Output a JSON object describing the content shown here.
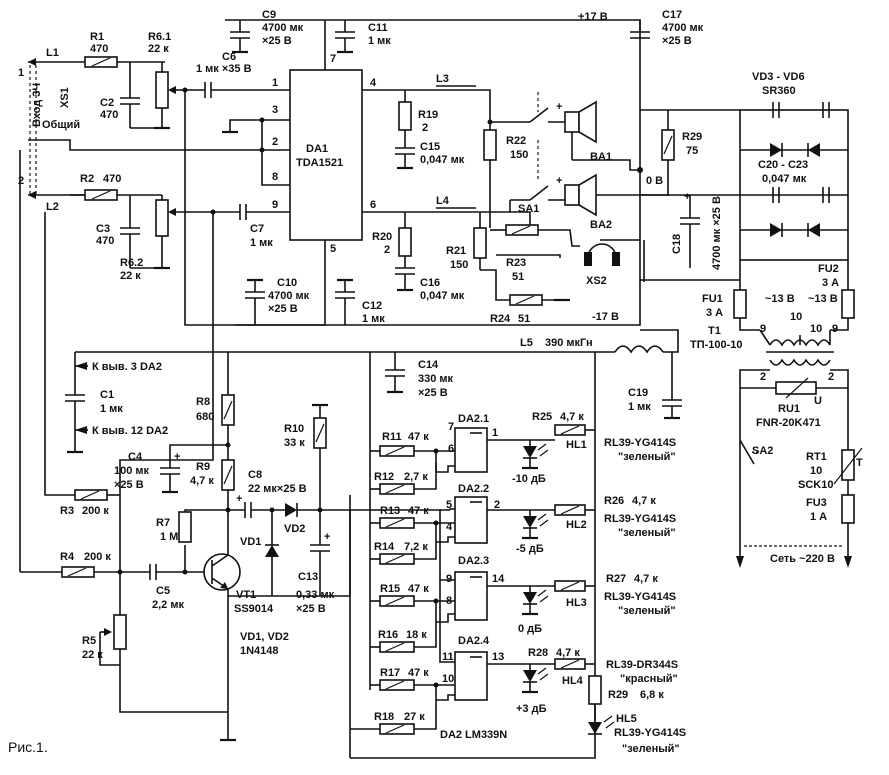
{
  "figure_caption": "Рис.1.",
  "input": {
    "vertical_label": "Вход 3Ч",
    "connector": "XS1",
    "pin1": "1",
    "pin2": "2",
    "common": "Общий",
    "L1": "L1",
    "L2": "L2"
  },
  "parts": {
    "R1": {
      "ref": "R1",
      "value": "470"
    },
    "R2": {
      "ref": "R2",
      "value": "470"
    },
    "C2": {
      "ref": "C2",
      "value": "470"
    },
    "C3": {
      "ref": "C3",
      "value": "470"
    },
    "R61": {
      "ref": "R6.1",
      "value": "22 к"
    },
    "R62": {
      "ref": "R6.2",
      "value": "22 к"
    },
    "C6": {
      "ref": "C6",
      "value": "1 мк ×35 В"
    },
    "C7": {
      "ref": "C7",
      "value": "1 мк"
    },
    "C9": {
      "ref": "C9",
      "value1": "4700 мк",
      "value2": "×25 В"
    },
    "C11": {
      "ref": "C11",
      "value": "1 мк"
    },
    "C10": {
      "ref": "C10",
      "value1": "4700 мк",
      "value2": "×25 В"
    },
    "C12": {
      "ref": "C12",
      "value": "1 мк"
    },
    "DA1": {
      "ref": "DA1",
      "type": "TDA1521"
    },
    "R19": {
      "ref": "R19",
      "value": "2"
    },
    "C15": {
      "ref": "C15",
      "value": "0,047 мк"
    },
    "R20": {
      "ref": "R20",
      "value": "2"
    },
    "C16": {
      "ref": "C16",
      "value": "0,047 мк"
    },
    "L3": "L3",
    "L4": "L4",
    "R22": {
      "ref": "R22",
      "value": "150"
    },
    "R21": {
      "ref": "R21",
      "value": "150"
    },
    "R23": {
      "ref": "R23",
      "value": "51"
    },
    "R24": {
      "ref": "R24",
      "value": "51"
    },
    "BA1": "BA1",
    "BA2": "BA2",
    "SA1": "SA1",
    "XS2": "XS2",
    "C17": {
      "ref": "C17",
      "value1": "4700 мк",
      "value2": "×25 В"
    },
    "C18": {
      "ref": "C18",
      "value": "4700 мк ×25 В"
    },
    "R29a": {
      "ref": "R29",
      "value": "75"
    },
    "plus17": "+17 В",
    "minus17": "-17 В",
    "zero": "0 В",
    "VD3": {
      "ref": "VD3 - VD6",
      "type": "SR360"
    },
    "C20": {
      "ref": "C20 - C23",
      "value": "0,047 мк"
    },
    "FU1": {
      "ref": "FU1",
      "value": "3 А"
    },
    "FU2": {
      "ref": "FU2",
      "value": "3 А"
    },
    "T1": {
      "ref": "T1",
      "type": "ТП-100-10"
    },
    "t_sec_left": "~13 В",
    "t_sec_right": "~13 В",
    "pin9": "9",
    "pin10": "10",
    "pin2t": "2",
    "RU1": {
      "ref": "RU1",
      "type": "FNR-20K471",
      "mark": "U"
    },
    "SA2": "SA2",
    "RT1": {
      "ref": "RT1",
      "value": "10",
      "type": "SCK10",
      "mark": "T"
    },
    "FU3": {
      "ref": "FU3",
      "value": "1 А"
    },
    "mains": "Сеть ~220 В",
    "L5": {
      "ref": "L5",
      "value": "390 мкГн"
    },
    "C14": {
      "ref": "C14",
      "value1": "330 мк",
      "value2": "×25 В"
    },
    "C19": {
      "ref": "C19",
      "value": "1 мк"
    },
    "C1": {
      "ref": "C1",
      "value": "1 мк"
    },
    "to3": "К выв. 3 DA2",
    "to12": "К выв. 12 DA2",
    "R8": {
      "ref": "R8",
      "value": "680"
    },
    "C4": {
      "ref": "C4",
      "value1": "100 мк",
      "value2": "×25 В"
    },
    "R9": {
      "ref": "R9",
      "value": "4,7 к"
    },
    "C8": {
      "ref": "C8",
      "value": "22 мк×25 В"
    },
    "R10": {
      "ref": "R10",
      "value": "33 к"
    },
    "R3": {
      "ref": "R3",
      "value": "200 к"
    },
    "R4": {
      "ref": "R4",
      "value": "200 к"
    },
    "R7": {
      "ref": "R7",
      "value": "1 М"
    },
    "VD1": "VD1",
    "VD2": "VD2",
    "C13": {
      "ref": "C13",
      "value1": "0,33 мк",
      "value2": "×25 В"
    },
    "C5": {
      "ref": "C5",
      "value": "2,2 мк"
    },
    "VT1": {
      "ref": "VT1",
      "type": "SS9014"
    },
    "R5": {
      "ref": "R5",
      "value": "22 к"
    },
    "VDnote1": "VD1, VD2",
    "VDnote2": "1N4148",
    "R11": {
      "ref": "R11",
      "value": "47 к"
    },
    "R12": {
      "ref": "R12",
      "value": "2,7 к"
    },
    "R13": {
      "ref": "R13",
      "value": "47 к"
    },
    "R14": {
      "ref": "R14",
      "value": "7,2 к"
    },
    "R15": {
      "ref": "R15",
      "value": "47 к"
    },
    "R16": {
      "ref": "R16",
      "value": "18 к"
    },
    "R17": {
      "ref": "R17",
      "value": "47 к"
    },
    "R18": {
      "ref": "R18",
      "value": "27 к"
    },
    "DA21": "DA2.1",
    "DA22": "DA2.2",
    "DA23": "DA2.3",
    "DA24": "DA2.4",
    "DA2": "DA2  LM339N",
    "R25": {
      "ref": "R25",
      "value": "4,7 к"
    },
    "R26": {
      "ref": "R26",
      "value": "4,7 к"
    },
    "R27": {
      "ref": "R27",
      "value": "4,7 к"
    },
    "R28": {
      "ref": "R28",
      "value": "4,7 к"
    },
    "R29b": {
      "ref": "R29",
      "value": "6,8 к"
    },
    "HL1": {
      "ref": "HL1",
      "level": "-10 дБ",
      "type": "RL39-YG414S",
      "color": "\"зеленый\""
    },
    "HL2": {
      "ref": "HL2",
      "level": "-5 дБ",
      "type": "RL39-YG414S",
      "color": "\"зеленый\""
    },
    "HL3": {
      "ref": "HL3",
      "level": "0 дБ",
      "type": "RL39-YG414S",
      "color": "\"зеленый\""
    },
    "HL4": {
      "ref": "HL4",
      "level": "+3 дБ",
      "type": "RL39-DR344S",
      "color": "\"красный\""
    },
    "HL5": {
      "ref": "HL5",
      "type": "RL39-YG414S",
      "color": "\"зеленый\""
    }
  },
  "pins": {
    "da1_1": "1",
    "da1_2": "2",
    "da1_3": "3",
    "da1_4": "4",
    "da1_5": "5",
    "da1_6": "6",
    "da1_7": "7",
    "da1_8": "8",
    "da1_9": "9",
    "c7": "7",
    "c6": "6",
    "c1": "1",
    "c5": "5",
    "c4": "4",
    "c2": "2",
    "c9": "9",
    "c8": "8",
    "c14": "14",
    "c11": "11",
    "c10": "10",
    "c13": "13"
  }
}
